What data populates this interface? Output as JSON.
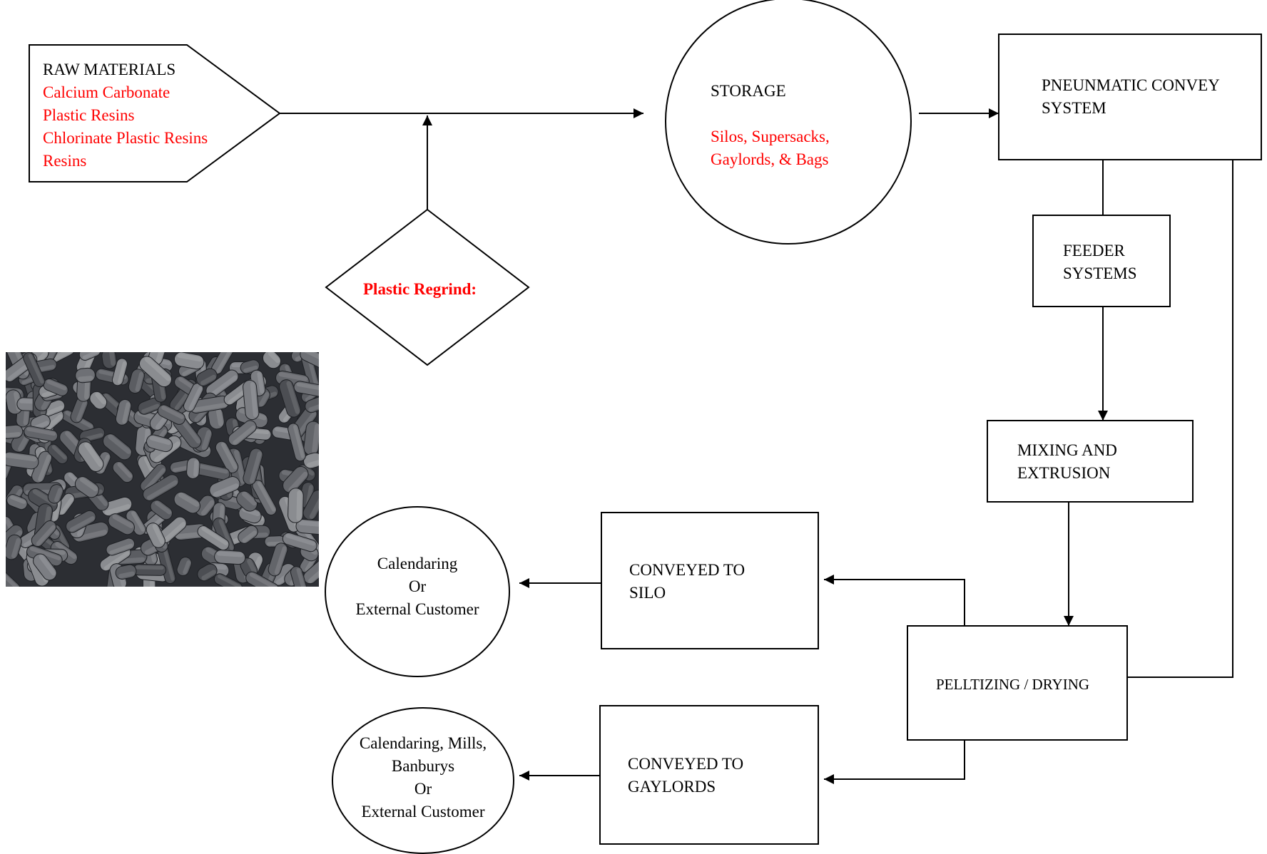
{
  "raw_materials": {
    "title": "RAW MATERIALS",
    "items": [
      "Calcium Carbonate",
      "Plastic Resins",
      "Chlorinate Plastic Resins",
      "Resins"
    ]
  },
  "regrind": {
    "label": "Plastic Regrind:"
  },
  "storage": {
    "title": "STORAGE",
    "detail_lines": [
      "Silos, Supersacks,",
      "Gaylords, & Bags"
    ]
  },
  "pneumatic": {
    "lines": [
      "PNEUNMATIC CONVEY",
      "SYSTEM"
    ]
  },
  "feeder": {
    "lines": [
      "FEEDER",
      "SYSTEMS"
    ]
  },
  "mixing": {
    "lines": [
      "MIXING AND",
      "EXTRUSION"
    ]
  },
  "pelletizing": {
    "label": "PELLTIZING / DRYING"
  },
  "silo": {
    "lines": [
      "CONVEYED TO",
      "SILO"
    ]
  },
  "gaylords": {
    "lines": [
      "CONVEYED TO",
      "GAYLORDS"
    ]
  },
  "dest_silo": {
    "lines": [
      "Calendaring",
      "Or",
      "External Customer"
    ]
  },
  "dest_gaylords": {
    "lines": [
      "Calendaring, Mills,",
      "Banburys",
      "Or",
      "External Customer"
    ]
  },
  "colors": {
    "accent": "#ff0000",
    "line": "#000000",
    "pellet": "#6e7075"
  }
}
